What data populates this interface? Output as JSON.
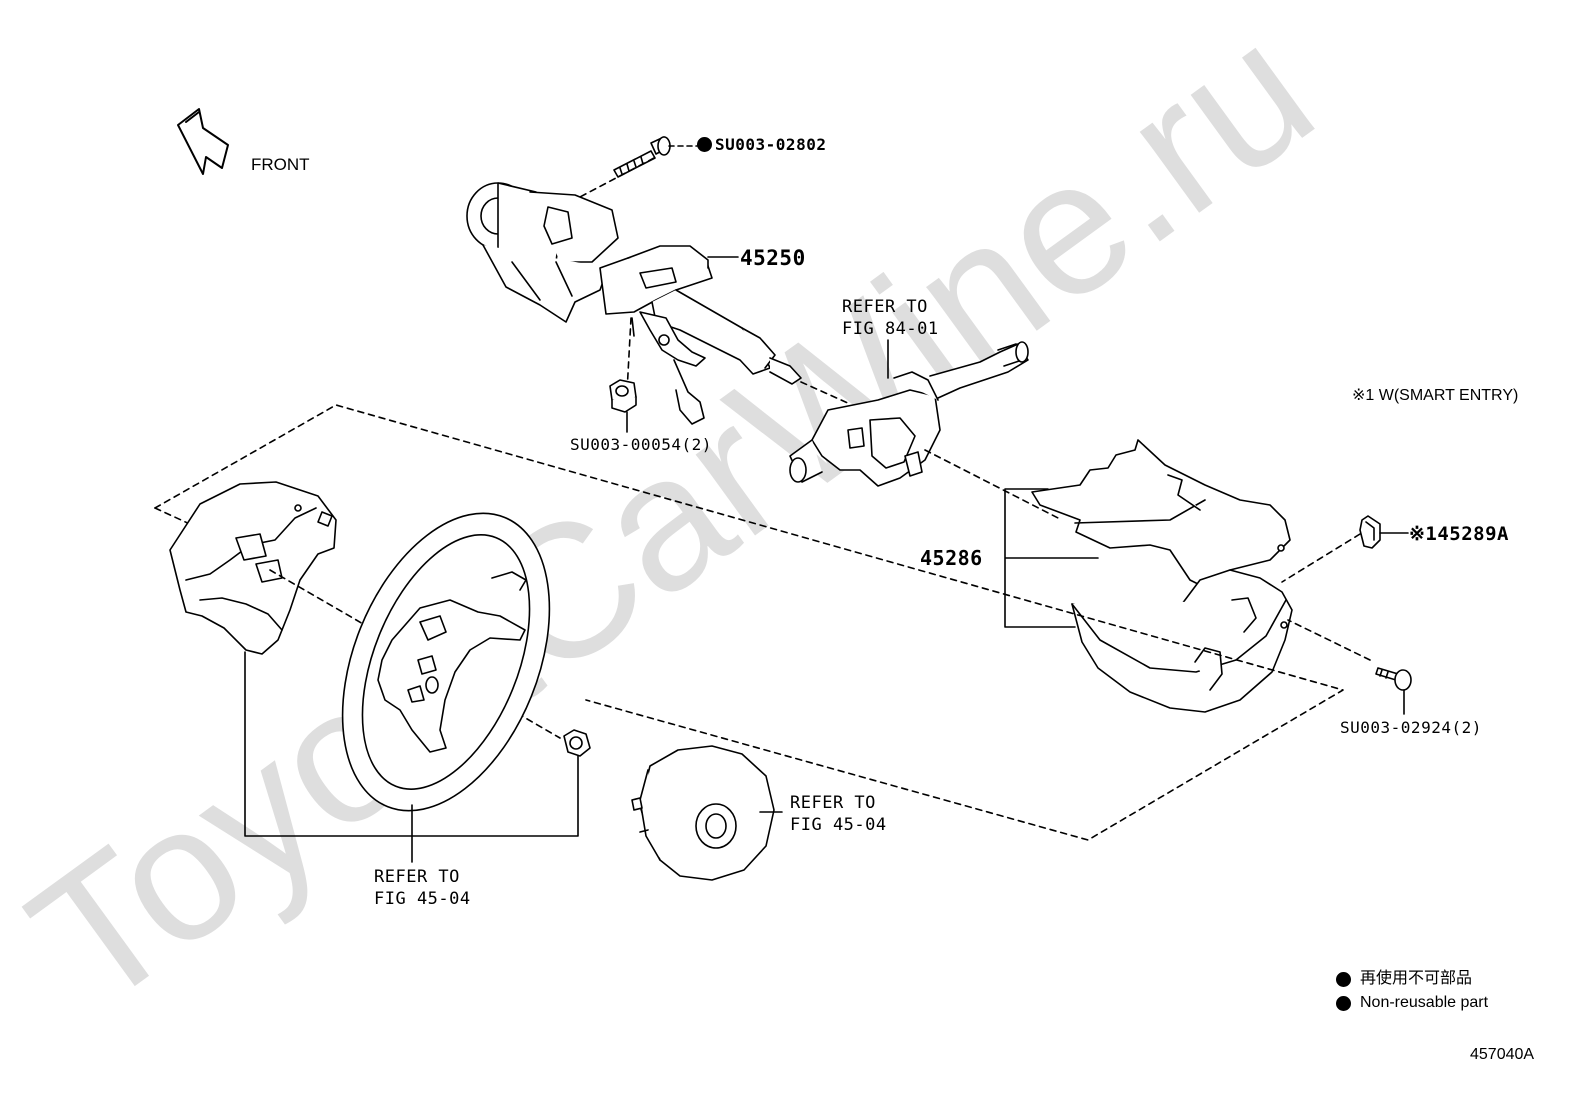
{
  "watermark": "ToyotaCarWine.ru",
  "orientation": {
    "label": "FRONT"
  },
  "note": "※1 W(SMART ENTRY)",
  "parts": {
    "bolt_top": "SU003-02802",
    "column": "45250",
    "nut_column": "SU003-00054(2)",
    "cover": "45286",
    "ring": "※145289A",
    "screw_cover": "SU003-02924(2)"
  },
  "references": {
    "combination_switch": [
      "REFER TO",
      "FIG 84-01"
    ],
    "airbag": [
      "REFER TO",
      "FIG 45-04"
    ],
    "steering_wheel": [
      "REFER TO",
      "FIG 45-04"
    ]
  },
  "legend": {
    "items": [
      {
        "label": "再使用不可部品"
      },
      {
        "label": "Non-reusable part"
      }
    ]
  },
  "figure_id": "457040A",
  "colors": {
    "ink": "#000000",
    "watermark": "#dcdcdc",
    "background": "#ffffff"
  }
}
